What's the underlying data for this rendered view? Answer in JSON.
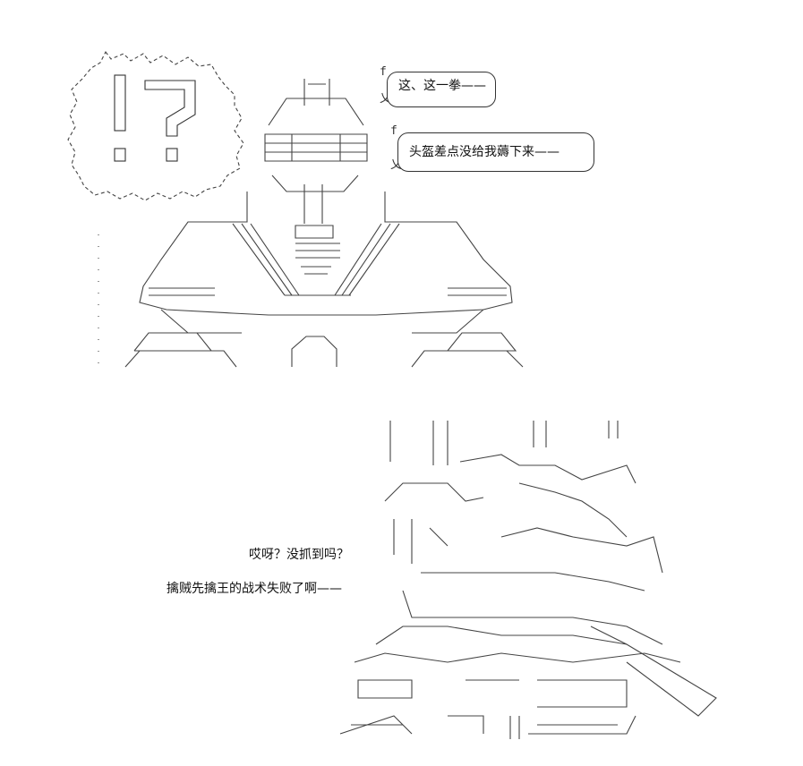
{
  "top_panel": {
    "exclamation": "!?",
    "speech": [
      "这、这一拳——",
      "头盔差点没给我薅下来——"
    ]
  },
  "bottom_panel": {
    "speech": [
      "哎呀？没抓到吗？",
      "擒贼先擒王的战术失败了啊——"
    ]
  }
}
